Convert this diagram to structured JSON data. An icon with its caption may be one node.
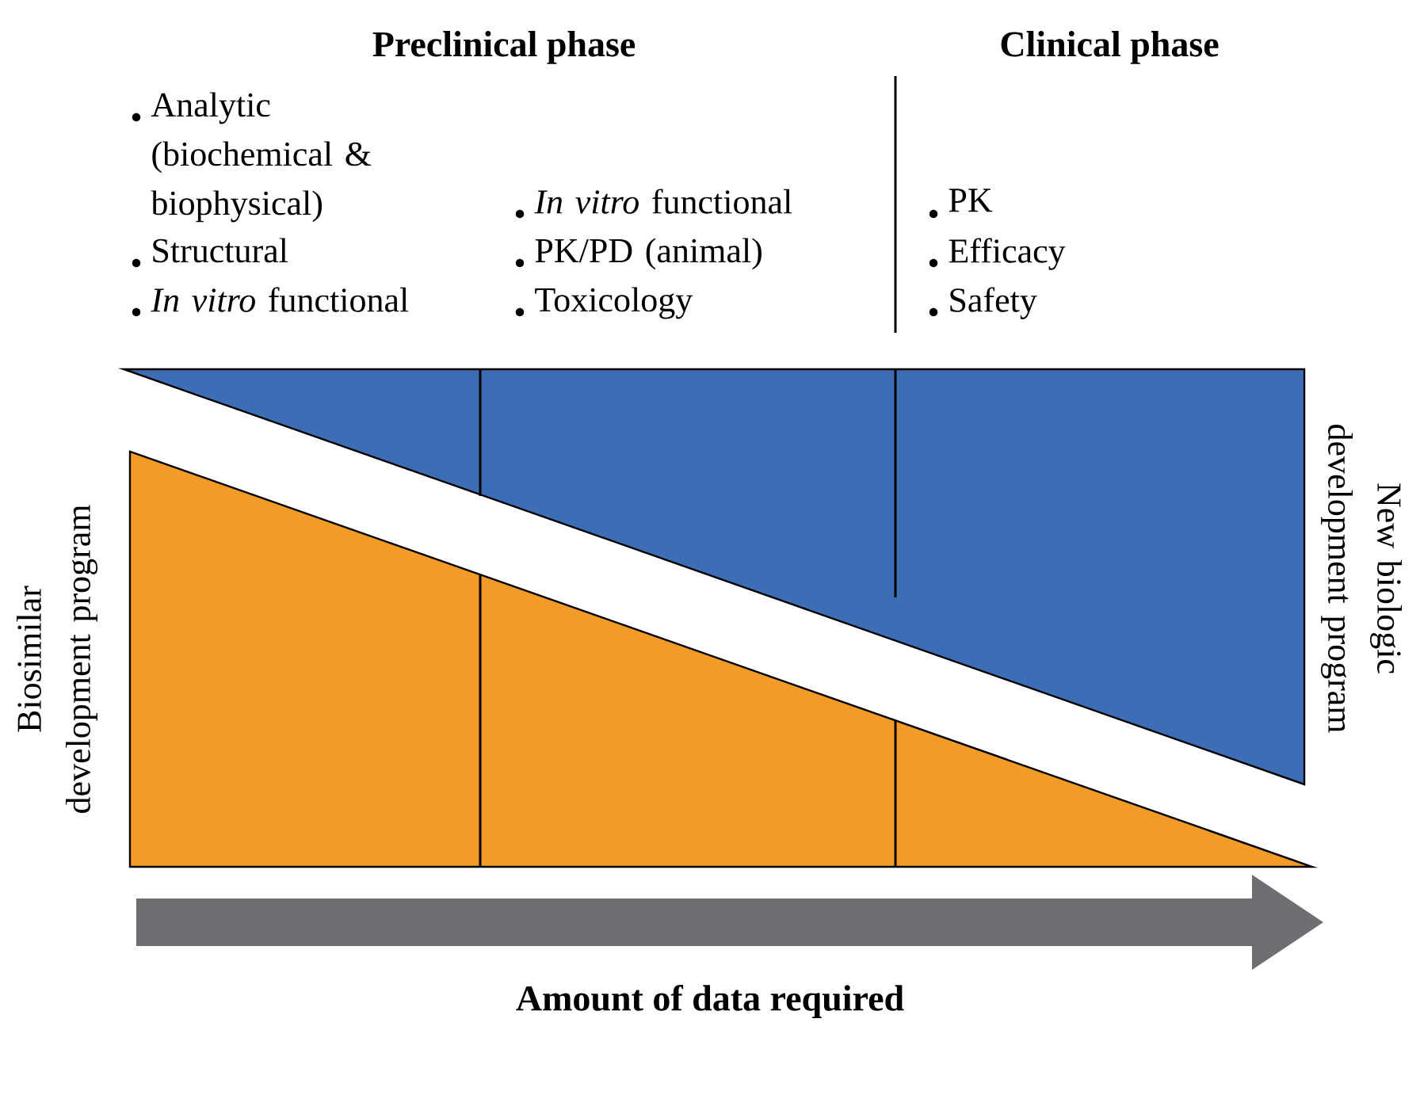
{
  "diagram": {
    "labels": [
      "Preclinical phase",
      "Clinical phase",
      "Analytic (biochemical & biophysical)",
      "Structural",
      "*In vitro* functional",
      "*In vitro* functional",
      "PK/PD (animal)",
      "Toxicology",
      "PK",
      "Efficacy",
      "Safety",
      "Biosimilar development program",
      "New biologic development program",
      "Amount of data required"
    ]
  }
}
